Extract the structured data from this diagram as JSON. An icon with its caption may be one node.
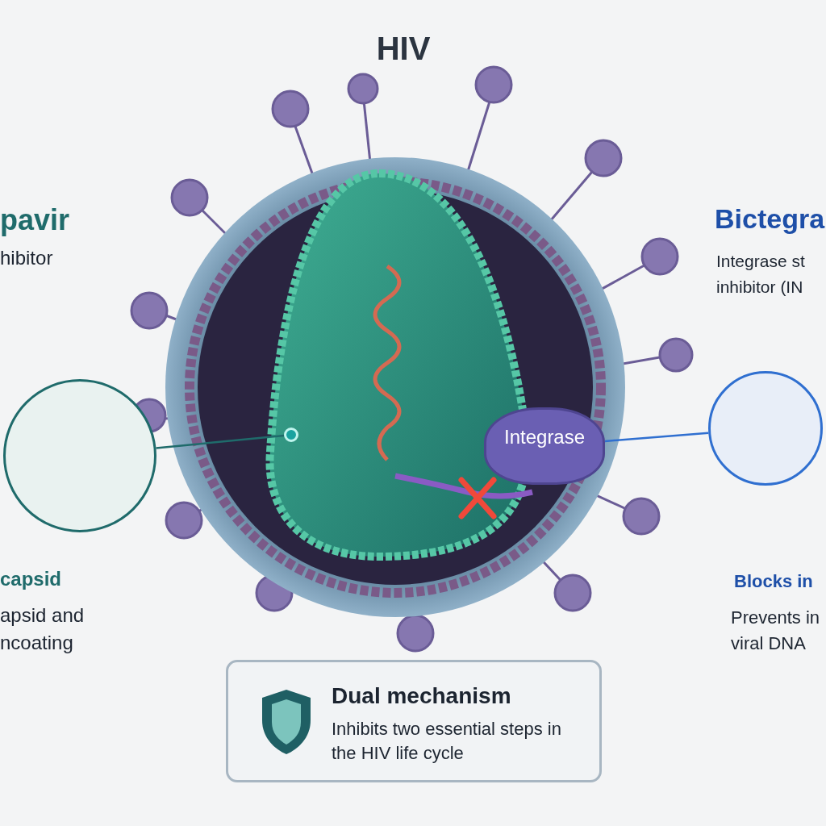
{
  "diagram": {
    "title": "HIV",
    "nodes": [
      {
        "text": [],
        "shape": "circle"
      },
      {
        "text": [],
        "shape": "circle"
      },
      {
        "text": [],
        "shape": "circle"
      },
      {
        "text": [
          "Integrase"
        ]
      },
      {
        "text": [
          "Dual mechanism",
          "Inhibits two essential steps in the HIV life cycle"
        ]
      }
    ],
    "edges": [
      {
        "from": 0,
        "to": 1,
        "arrow": "none",
        "color": "#1f6b6b"
      },
      {
        "from": 2,
        "to": 3,
        "arrow": "none",
        "color": "#2f6fd0"
      }
    ],
    "labels": [
      "pavir",
      "hibitor",
      "capsid",
      "apsid and ncoating",
      "Bictegra",
      "Integrase st inhibitor (IN",
      "Blocks in",
      "Prevents in viral DNA"
    ]
  }
}
